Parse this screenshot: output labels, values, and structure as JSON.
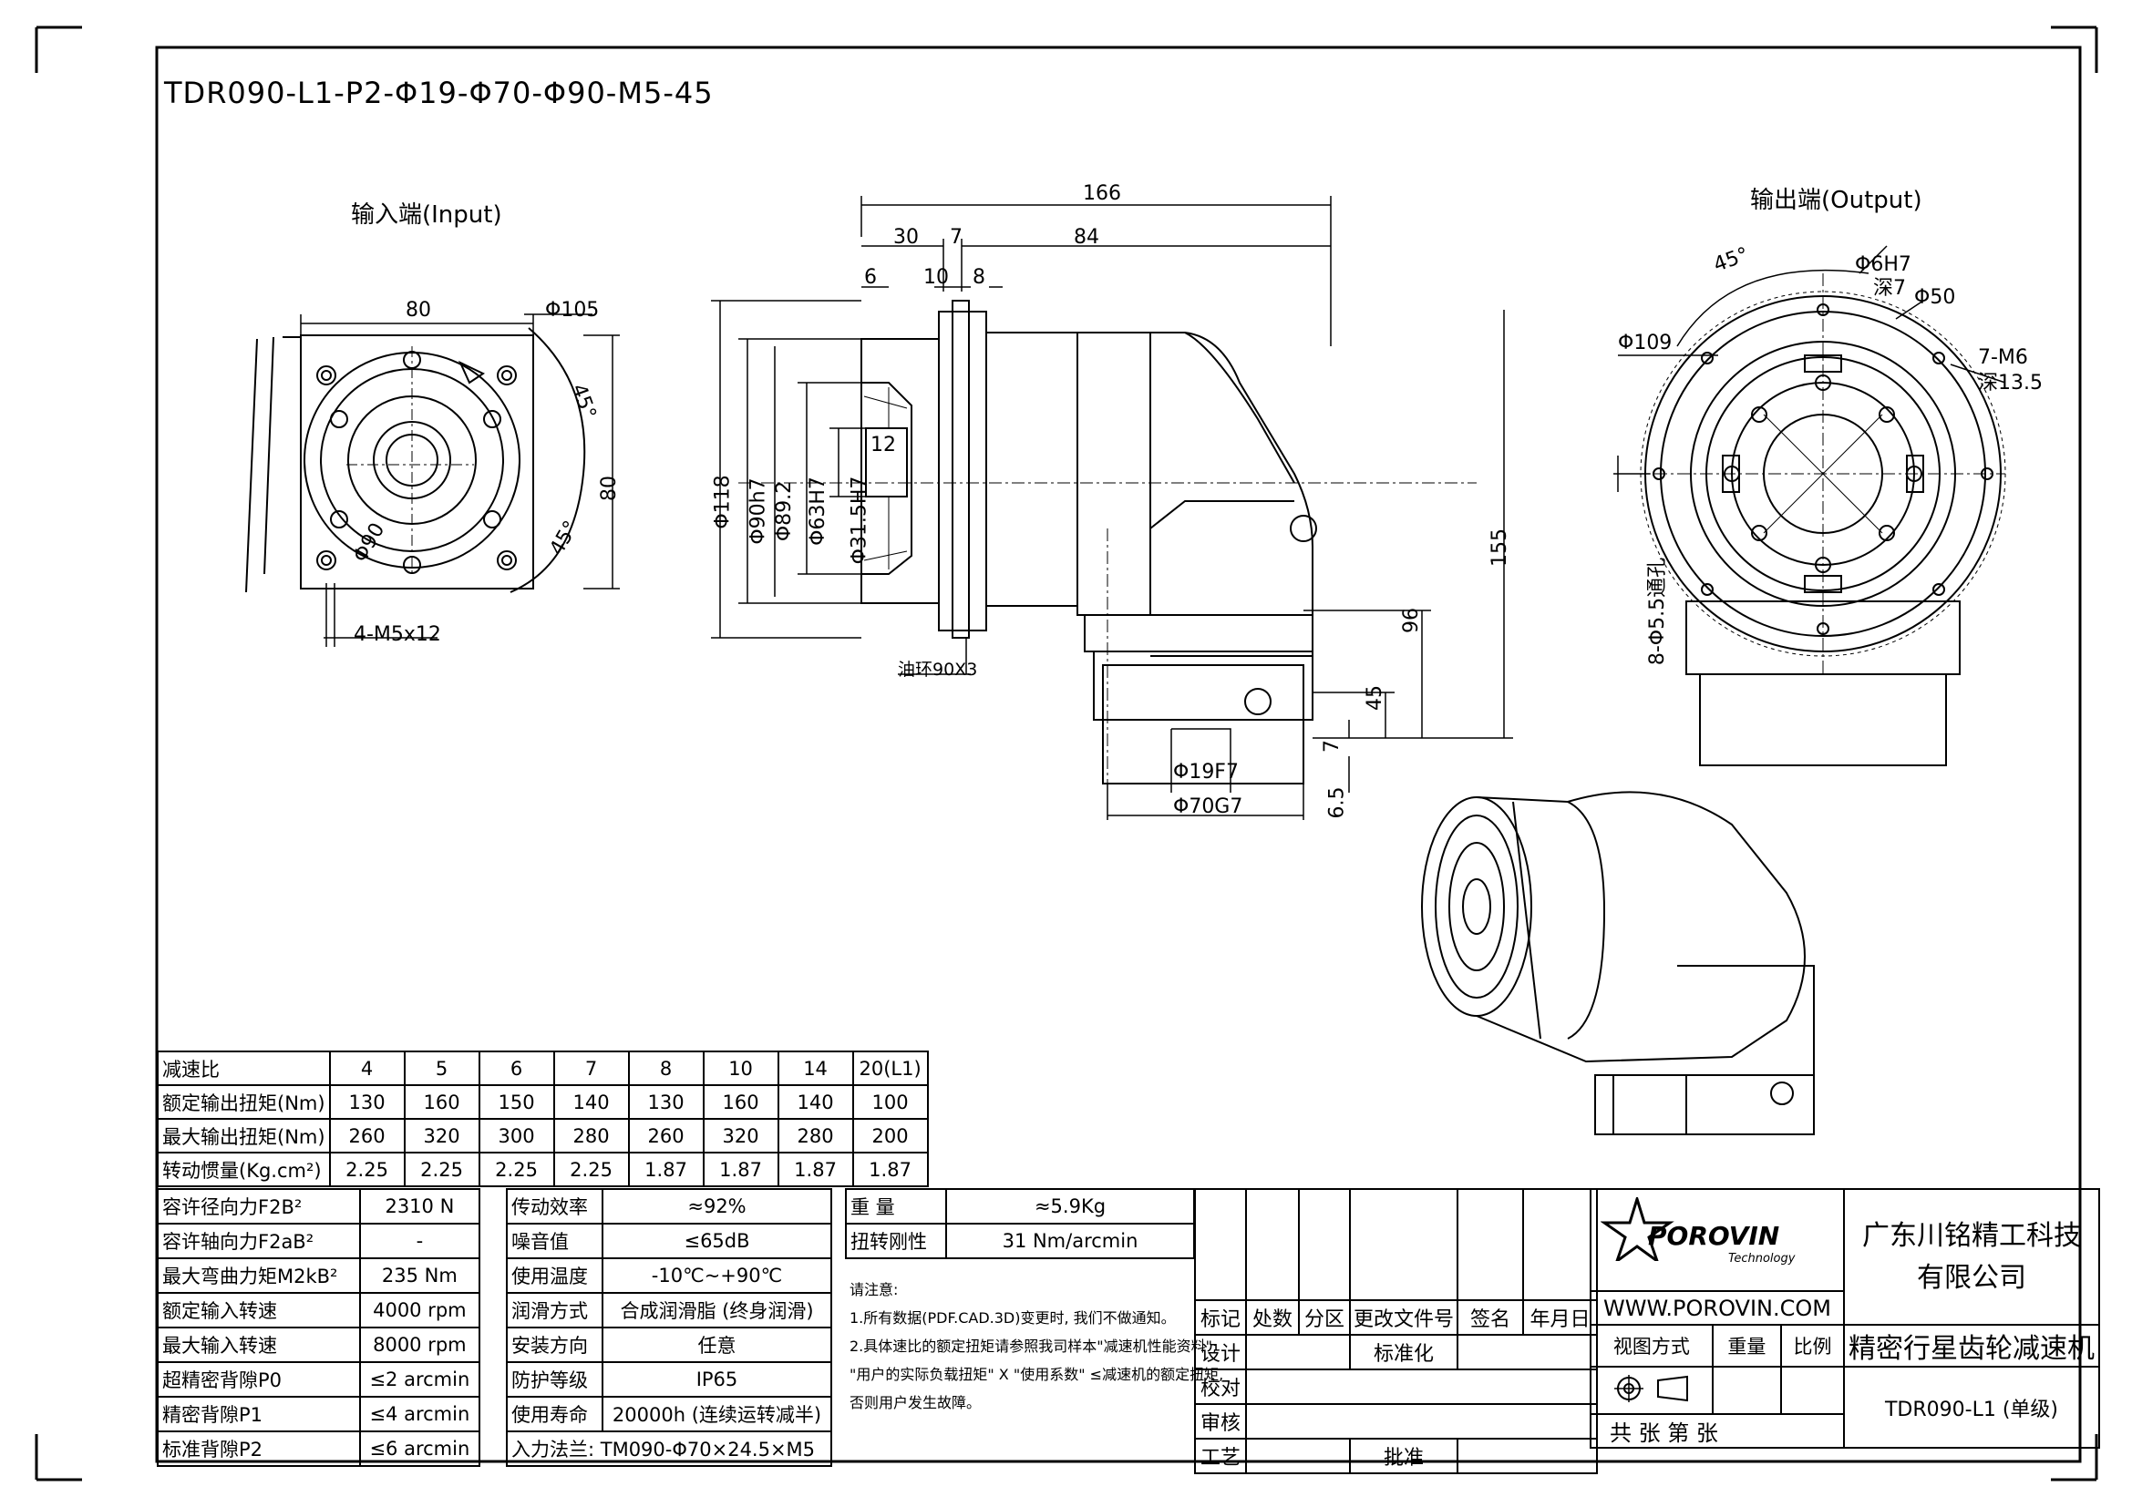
{
  "title": "TDR090-L1-P2-Φ19-Φ70-Φ90-M5-45",
  "views": {
    "input_label": "输入端(Input)",
    "output_label": "输出端(Output)"
  },
  "dims_input": {
    "w80": "80",
    "d105": "Φ105",
    "a45a": "45°",
    "h80": "80",
    "d90": "Φ90",
    "a45b": "45°",
    "m5": "4-M5x12"
  },
  "dims_side": {
    "d166": "166",
    "d30": "30",
    "d7": "7",
    "d84": "84",
    "d6": "6",
    "d10": "10",
    "d8": "8",
    "d118": "Φ118",
    "d90h7": "Φ90h7",
    "d89": "Φ89.2",
    "d63": "Φ63H7",
    "d31": "Φ31.5H7",
    "d12": "12",
    "d155": "155",
    "d96": "96",
    "d45": "45",
    "d7b": "7",
    "d65": "6.5",
    "d19": "Φ19F7",
    "d70": "Φ70G7",
    "oil": "油环90X3"
  },
  "dims_output": {
    "a45": "45°",
    "d6h7": "Φ6H7",
    "deep7": "深7",
    "d50": "Φ50",
    "d109": "Φ109",
    "m6": "7-M6",
    "deep135": "深13.5",
    "holes": "8-Φ5.5通孔"
  },
  "ratio_table": {
    "header": [
      "减速比",
      "4",
      "5",
      "6",
      "7",
      "8",
      "10",
      "14",
      "20(L1)"
    ],
    "rows": [
      [
        "额定输出扭矩(Nm)",
        "130",
        "160",
        "150",
        "140",
        "130",
        "160",
        "140",
        "100"
      ],
      [
        "最大输出扭矩(Nm)",
        "260",
        "320",
        "300",
        "280",
        "260",
        "320",
        "280",
        "200"
      ],
      [
        "转动惯量(Kg.cm²)",
        "2.25",
        "2.25",
        "2.25",
        "2.25",
        "1.87",
        "1.87",
        "1.87",
        "1.87"
      ]
    ]
  },
  "params": {
    "col1": [
      [
        "容许径向力F2B²",
        "2310 N"
      ],
      [
        "容许轴向力F2aB²",
        "-"
      ],
      [
        "最大弯曲力矩M2kB²",
        "235 Nm"
      ],
      [
        "额定输入转速",
        "4000 rpm"
      ],
      [
        "最大输入转速",
        "8000 rpm"
      ],
      [
        "超精密背隙P0",
        "≤2 arcmin"
      ],
      [
        "精密背隙P1",
        "≤4 arcmin"
      ],
      [
        "标准背隙P2",
        "≤6 arcmin"
      ]
    ],
    "col2": [
      [
        "传动效率",
        "≈92%"
      ],
      [
        "噪音值",
        "≤65dB"
      ],
      [
        "使用温度",
        "-10℃~+90℃"
      ],
      [
        "润滑方式",
        "合成润滑脂 (终身润滑)"
      ],
      [
        "安装方向",
        "任意"
      ],
      [
        "防护等级",
        "IP65"
      ],
      [
        "使用寿命",
        "20000h (连续运转减半)"
      ]
    ],
    "flange": "入力法兰: TM090-Φ70×24.5×M5",
    "col3": [
      [
        "重 量",
        "≈5.9Kg"
      ],
      [
        "扭转刚性",
        "31 Nm/arcmin"
      ]
    ]
  },
  "notes": {
    "title": "请注意:",
    "n1": "1.所有数据(PDF.CAD.3D)变更时, 我们不做通知。",
    "n2": "2.具体速比的额定扭矩请参照我司样本\"减速机性能资料\";",
    "n3": "\"用户的实际负载扭矩\" X \"使用系数\" ≤减速机的额定扭矩,",
    "n4": "否则用户发生故障。"
  },
  "rev_block": {
    "header": [
      "标记",
      "处数",
      "分区",
      "更改文件号",
      "签名",
      "年月日"
    ],
    "design": "设计",
    "std": "标准化",
    "check": "校对",
    "review": "审核",
    "process": "工艺",
    "approve": "批准"
  },
  "title_block": {
    "logo_text": "POROVIN",
    "logo_sub": "Technology",
    "website": "WWW.POROVIN.COM",
    "view_method": "视图方式",
    "weight": "重量",
    "scale": "比例",
    "sheets": "共   张 第   张",
    "company1": "广东川铭精工科技",
    "company2": "有限公司",
    "product": "精密行星齿轮减速机",
    "model": "TDR090-L1 (单级)"
  }
}
